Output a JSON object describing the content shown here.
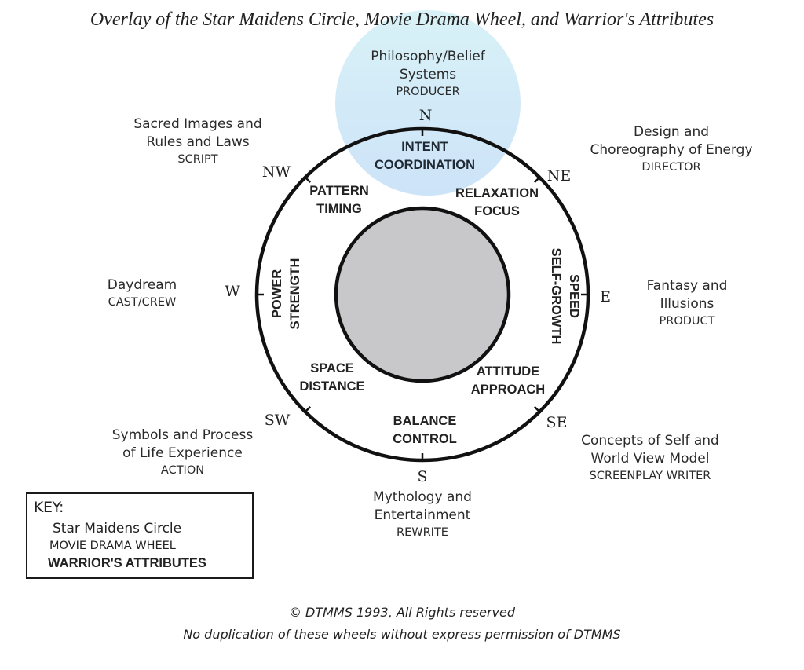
{
  "title": "Overlay of the Star Maidens Circle, Movie Drama Wheel, and Warrior's Attributes",
  "colors": {
    "highlight_top": "#d8f2f7",
    "highlight_bottom": "#cde3f8",
    "inner_circle": "#c8c8cb",
    "ring_stroke": "#111111"
  },
  "directions": [
    {
      "id": "N",
      "label": "N",
      "star_maiden": [
        "Philosophy/Belief",
        "Systems"
      ],
      "movie_drama": "PRODUCER",
      "attributes": [
        "INTENT",
        "COORDINATION"
      ],
      "highlighted": true
    },
    {
      "id": "NE",
      "label": "NE",
      "star_maiden": [
        "Design and",
        "Choreography of Energy"
      ],
      "movie_drama": "DIRECTOR",
      "attributes": [
        "RELAXATION",
        "FOCUS"
      ]
    },
    {
      "id": "E",
      "label": "E",
      "star_maiden": [
        "Fantasy and",
        "Illusions"
      ],
      "movie_drama": "PRODUCT",
      "attributes": [
        "SPEED",
        "SELF-GROWTH"
      ]
    },
    {
      "id": "SE",
      "label": "SE",
      "star_maiden": [
        "Concepts of Self and",
        "World View Model"
      ],
      "movie_drama": "SCREENPLAY WRITER",
      "attributes": [
        "ATTITUDE",
        "APPROACH"
      ]
    },
    {
      "id": "S",
      "label": "S",
      "star_maiden": [
        "Mythology and",
        "Entertainment"
      ],
      "movie_drama": "REWRITE",
      "attributes": [
        "BALANCE",
        "CONTROL"
      ]
    },
    {
      "id": "SW",
      "label": "SW",
      "star_maiden": [
        "Symbols and Process",
        "of Life Experience"
      ],
      "movie_drama": "ACTION",
      "attributes": [
        "SPACE",
        "DISTANCE"
      ]
    },
    {
      "id": "W",
      "label": "W",
      "star_maiden": [
        "Daydream"
      ],
      "movie_drama": "CAST/CREW",
      "attributes": [
        "POWER",
        "STRENGTH"
      ]
    },
    {
      "id": "NW",
      "label": "NW",
      "star_maiden": [
        "Sacred Images and",
        "Rules and Laws"
      ],
      "movie_drama": "SCRIPT",
      "attributes": [
        "PATTERN",
        "TIMING"
      ]
    }
  ],
  "key": {
    "title": "KEY:",
    "star_maidens": "Star Maidens Circle",
    "movie_drama": "MOVIE DRAMA WHEEL",
    "warrior": "WARRIOR'S ATTRIBUTES"
  },
  "footer": {
    "copyright": "© DTMMS 1993, All Rights reserved",
    "notice": "No duplication of these wheels without express permission of DTMMS"
  }
}
